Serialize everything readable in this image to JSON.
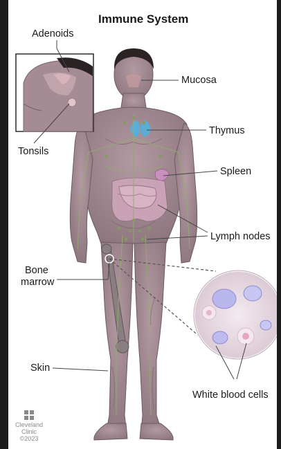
{
  "title": "Immune System",
  "labels": {
    "adenoids": "Adenoids",
    "tonsils": "Tonsils",
    "mucosa": "Mucosa",
    "thymus": "Thymus",
    "spleen": "Spleen",
    "lymph_nodes": "Lymph nodes",
    "bone": "Bone",
    "marrow": "marrow",
    "skin": "Skin",
    "white_blood_cells": "White blood cells"
  },
  "logo": {
    "line1": "Cleveland",
    "line2": "Clinic",
    "year": "©2023"
  },
  "colors": {
    "skin": "#a58c94",
    "skin_shadow": "#7e6870",
    "thymus": "#5aaed6",
    "spleen": "#c98fbe",
    "intestine": "#c9a3b5",
    "lymph": "#8fae6a",
    "bone": "#8a7f80",
    "blood_bg": "#e9dde4",
    "cell": "#b9b7ee"
  }
}
